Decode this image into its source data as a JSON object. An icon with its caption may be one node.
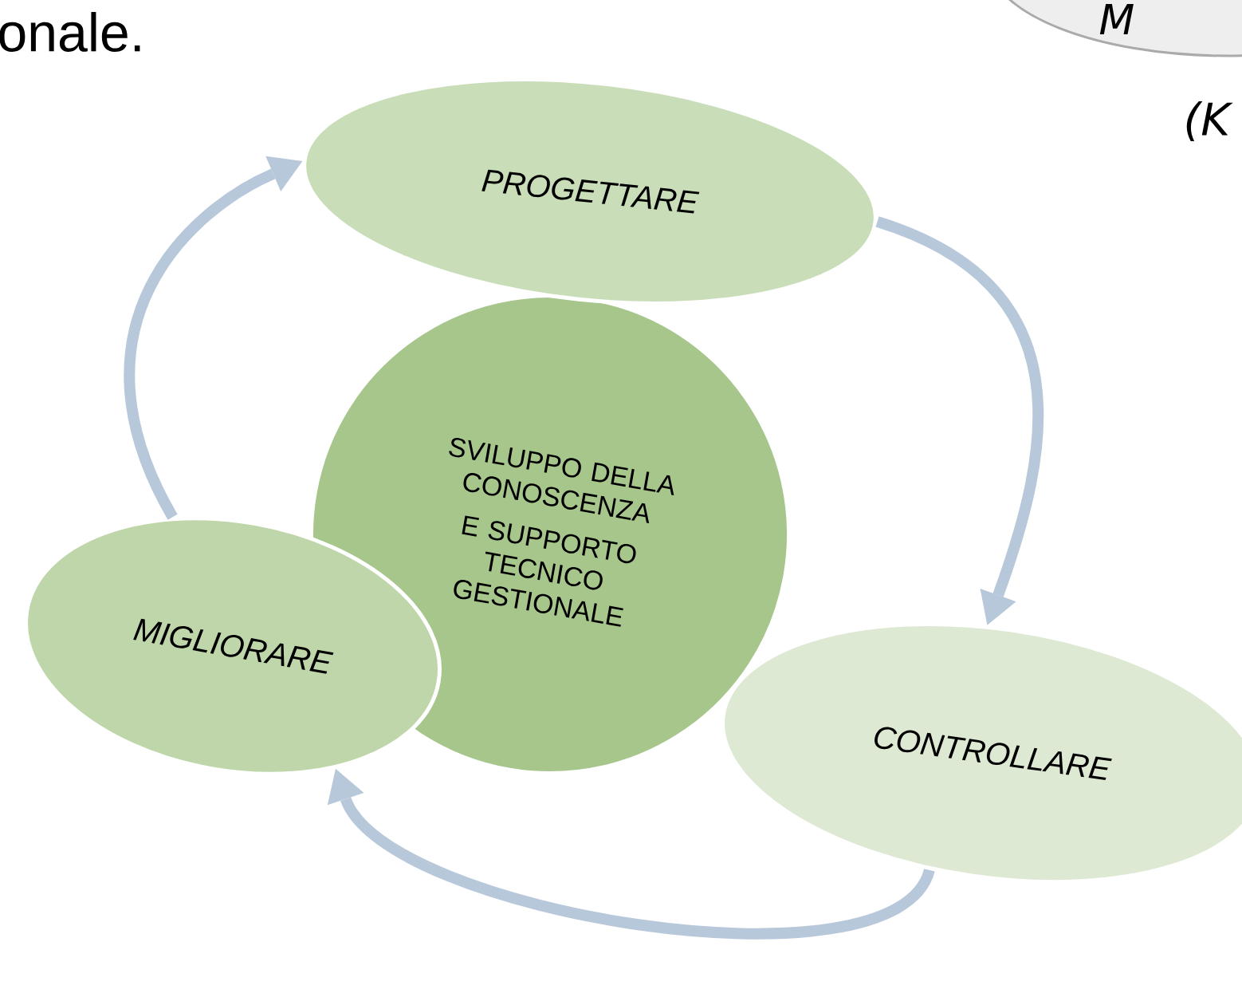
{
  "diagram": {
    "nodes": [
      {
        "text": [
          "PROGETTARE"
        ]
      },
      {
        "text": [
          "SVILUPPO DELLA CONOSCENZA",
          "E SUPPORTO TECNICO GESTIONALE"
        ]
      },
      {
        "text": [
          "CONTROLLARE"
        ]
      },
      {
        "text": [
          "MIGLIORARE"
        ]
      },
      {
        "text": [
          "M"
        ]
      }
    ],
    "edges": [
      {
        "from": 0,
        "to": 2,
        "arrow": "to"
      },
      {
        "from": 2,
        "to": 3,
        "arrow": "to"
      },
      {
        "from": 3,
        "to": 0,
        "arrow": "to"
      }
    ],
    "labels": [
      "onale.",
      "(K"
    ]
  }
}
